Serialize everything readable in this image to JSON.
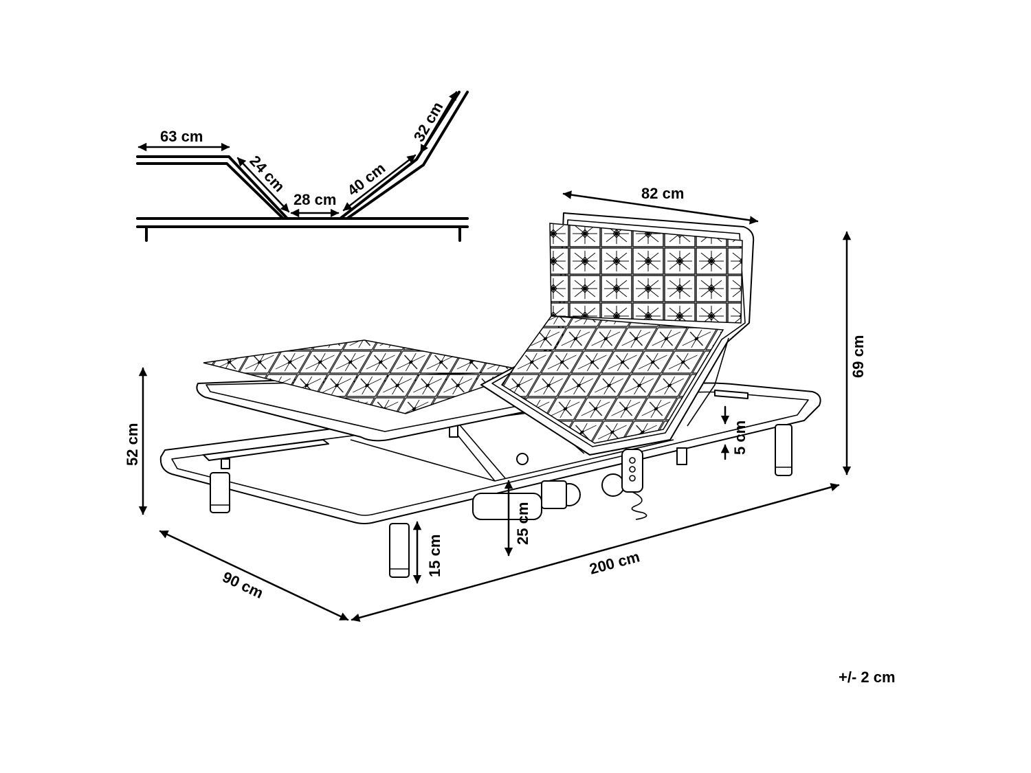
{
  "labels": {
    "seat_length": "63 cm",
    "thigh_length": "24 cm",
    "middle_length": "28 cm",
    "back_length": "40 cm",
    "head_length": "32 cm",
    "head_width": "82 cm",
    "total_height": "69 cm",
    "frame_height": "52 cm",
    "gap_height": "5 cm",
    "motor_height": "25 cm",
    "leg_height": "15 cm",
    "width": "90 cm",
    "length": "200 cm",
    "tolerance": "+/- 2 cm"
  },
  "colors": {
    "line": "#000000",
    "background": "#ffffff"
  }
}
